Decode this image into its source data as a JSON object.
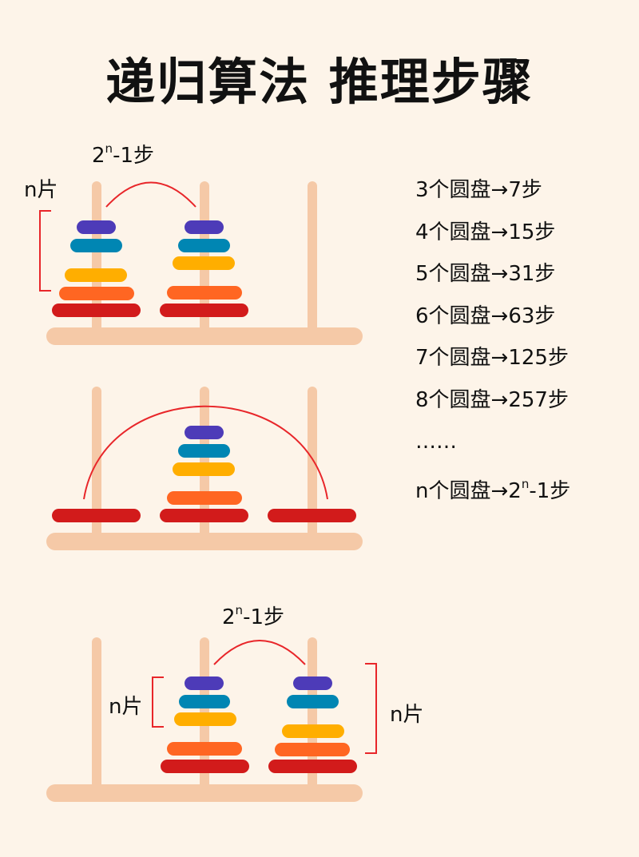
{
  "title": "递归算法 推理步骤",
  "colors": {
    "background": "#fdf4e9",
    "rod": "#f5c9a7",
    "disk_purple": "#4d3bb8",
    "disk_teal": "#0086b3",
    "disk_yellow": "#ffae00",
    "disk_orange": "#ff6622",
    "disk_red": "#d21b1b",
    "arc": "#e8262a"
  },
  "diagram1": {
    "steps_base": "2",
    "steps_exp": "n",
    "steps_tail": "-1步",
    "n_label": "n片"
  },
  "diagram3": {
    "steps_base": "2",
    "steps_exp": "n",
    "steps_tail": "-1步",
    "n_label_left": "n片",
    "n_label_right": "n片"
  },
  "list": {
    "items": [
      "3个圆盘→7步",
      "4个圆盘→15步",
      "5个圆盘→31步",
      "6个圆盘→63步",
      "7个圆盘→125步",
      "8个圆盘→257步",
      "……"
    ],
    "last_prefix": "n个圆盘→2",
    "last_exp": "n",
    "last_tail": "-1步"
  }
}
